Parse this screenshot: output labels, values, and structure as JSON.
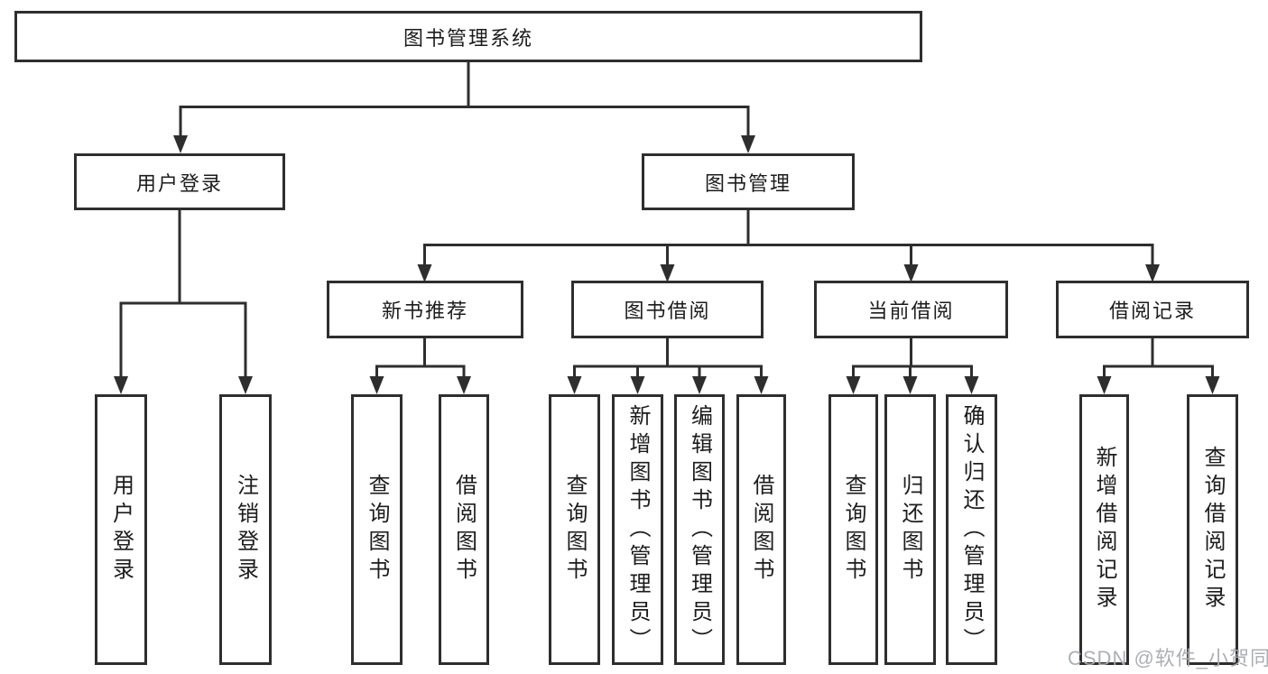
{
  "tree": {
    "label": "图书管理系统",
    "children": [
      {
        "label": "用户登录",
        "children": [
          {
            "label": "用户登录"
          },
          {
            "label": "注销登录"
          }
        ]
      },
      {
        "label": "图书管理",
        "children": [
          {
            "label": "新书推荐",
            "children": [
              {
                "label": "查询图书"
              },
              {
                "label": "借阅图书"
              }
            ]
          },
          {
            "label": "图书借阅",
            "children": [
              {
                "label": "查询图书"
              },
              {
                "label": "新增图书（管理员）"
              },
              {
                "label": "编辑图书（管理员）"
              },
              {
                "label": "借阅图书"
              }
            ]
          },
          {
            "label": "当前借阅",
            "children": [
              {
                "label": "查询图书"
              },
              {
                "label": "归还图书"
              },
              {
                "label": "确认归还（管理员）"
              }
            ]
          },
          {
            "label": "借阅记录",
            "children": [
              {
                "label": "新增借阅记录"
              },
              {
                "label": "查询借阅记录"
              }
            ]
          }
        ]
      }
    ]
  },
  "watermark": {
    "text": "CSDN @软件_小贺同学"
  },
  "colors": {
    "line": "#2e2e2e",
    "box_border": "#2e2e2e",
    "text": "#1c1c1c",
    "background": "#ffffff",
    "watermark": "#a8abb0"
  }
}
